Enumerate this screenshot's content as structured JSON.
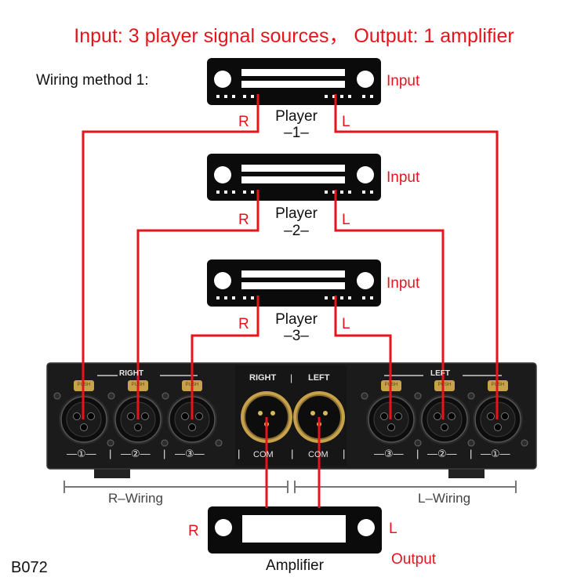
{
  "title": "Input: 3 player signal sources， Output: 1 amplifier",
  "wiring_method": "Wiring method 1:",
  "players": [
    {
      "name": "Player",
      "number": "–1–",
      "input_label": "Input",
      "right_label": "R",
      "left_label": "L"
    },
    {
      "name": "Player",
      "number": "–2–",
      "input_label": "Input",
      "right_label": "R",
      "left_label": "L"
    },
    {
      "name": "Player",
      "number": "–3–",
      "input_label": "Input",
      "right_label": "R",
      "left_label": "L"
    }
  ],
  "switch_box": {
    "right_group": "RIGHT",
    "left_group": "LEFT",
    "push_label": "PUSH",
    "center_header_right": "RIGHT",
    "center_header_sep": "|",
    "center_header_left": "LEFT",
    "com_label": "COM",
    "right_numbers": [
      "①",
      "②",
      "③"
    ],
    "left_numbers": [
      "③",
      "②",
      "①"
    ]
  },
  "r_wiring": "R–Wiring",
  "l_wiring": "L–Wiring",
  "amplifier": {
    "name": "Amplifier",
    "right_label": "R",
    "left_label": "L",
    "output_label": "Output"
  },
  "code": "B072",
  "colors": {
    "wire": "#e8141c",
    "device": "#0b0b0b",
    "panel": "#1b1b1b",
    "gray": "#777777"
  }
}
